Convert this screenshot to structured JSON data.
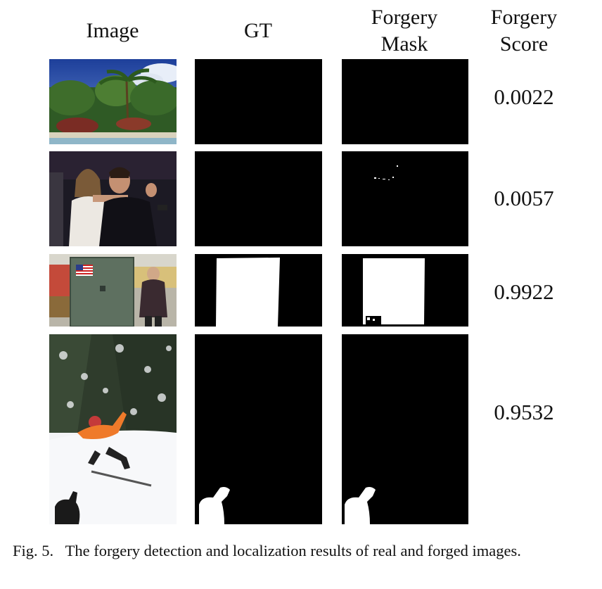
{
  "header": {
    "image": "Image",
    "gt": "GT",
    "mask_line1": "Forgery",
    "mask_line2": "Mask",
    "score_line1": "Forgery",
    "score_line2": "Score"
  },
  "rows": [
    {
      "score": "0.0022"
    },
    {
      "score": "0.0057"
    },
    {
      "score": "0.9922"
    },
    {
      "score": "0.9532"
    }
  ],
  "caption": {
    "label": "Fig. 5.",
    "text": "The forgery detection and localization results of real and forged images."
  }
}
